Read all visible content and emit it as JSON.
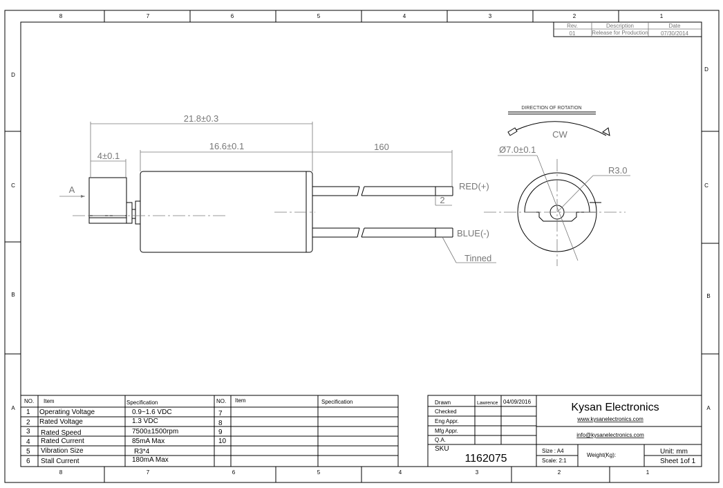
{
  "frame": {
    "cols_top": [
      "8",
      "7",
      "6",
      "5",
      "4",
      "3",
      "2",
      "1"
    ],
    "cols_bottom": [
      "8",
      "7",
      "6",
      "5",
      "4",
      "3",
      "2",
      "1"
    ],
    "rows": [
      "D",
      "C",
      "B",
      "A"
    ]
  },
  "revision": {
    "headers": [
      "Rev.",
      "Description",
      "Date"
    ],
    "row": [
      "01",
      "Release for Production",
      "07/30/2014"
    ]
  },
  "drawing": {
    "overall_length": "21.8±0.3",
    "body_length": "16.6±0.1",
    "weight_length": "4±0.1",
    "lead_length": "160",
    "strip_length": "2",
    "view_label": "A",
    "red_lead": "RED(+)",
    "blue_lead": "BLUE(-)",
    "tinned": "Tinned",
    "rotation_title": "DIRECTION OF ROTATION",
    "rotation": "CW",
    "diameter": "Ø7.0±0.1",
    "radius": "R3.0"
  },
  "spec_table": {
    "headers": [
      "NO.",
      "Item",
      "Specification",
      "NO.",
      "Item",
      "Specification"
    ],
    "rows": [
      [
        "1",
        "Operating Voltage",
        "0.9~1.6 VDC",
        "7"
      ],
      [
        "2",
        "Rated Voltage",
        "1.3 VDC",
        "8"
      ],
      [
        "3",
        "Rated Speed",
        "7500±1500rpm",
        "9"
      ],
      [
        "4",
        "Rated Current",
        "85mA Max",
        "10"
      ],
      [
        "5",
        "Vibration Size",
        "R3*4",
        ""
      ],
      [
        "6",
        "Stall Current",
        "180mA  Max",
        ""
      ]
    ]
  },
  "title_block": {
    "approvals": [
      [
        "Drawn",
        "Lawrence",
        "04/09/2016"
      ],
      [
        "Checked",
        "",
        ""
      ],
      [
        "Eng Appr.",
        "",
        ""
      ],
      [
        "Mfg Appr.",
        "",
        ""
      ],
      [
        "Q.A.",
        "",
        ""
      ]
    ],
    "sku_label": "SKU",
    "sku": "1162075",
    "company": "Kysan Electronics",
    "website": "www.kysanelectronics.com",
    "email": "info@kysanelectronics.com",
    "size": "Size : A4",
    "scale": "Scale: 2:1",
    "weight": "Weight(Kg):",
    "unit": "Unit: mm",
    "sheet": "Sheet 1of 1"
  }
}
